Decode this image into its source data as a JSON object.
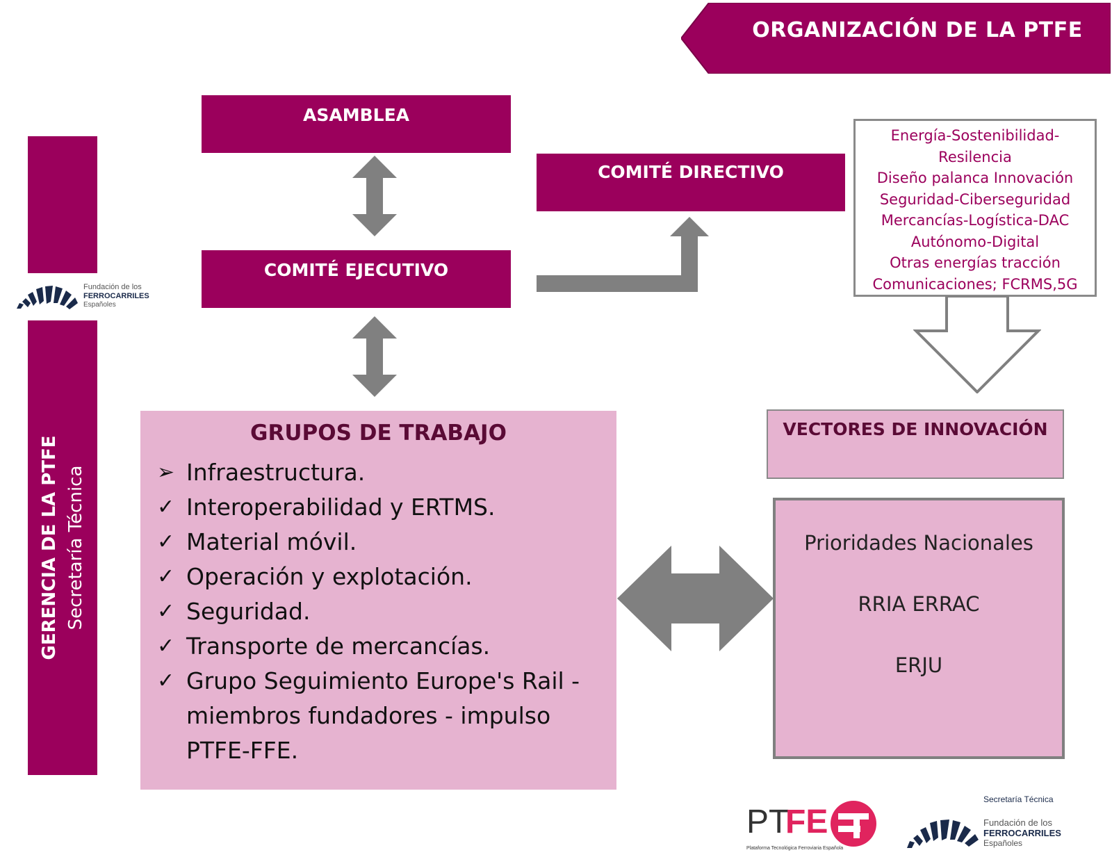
{
  "title": "ORGANIZACIÓN DE LA PTFE",
  "boxes": {
    "asamblea": "ASAMBLEA",
    "comite_ejecutivo": "COMITÉ EJECUTIVO",
    "comite_directivo": "COMITÉ DIRECTIVO",
    "vectores": "VECTORES DE INNOVACIÓN"
  },
  "gerencia": {
    "title": "GERENCIA DE LA PTFE",
    "subtitle": "Secretaría Técnica"
  },
  "vector_list": [
    "Energía-Sostenibilidad-",
    "Resilencia",
    "Diseño palanca Innovación",
    "Seguridad-Ciberseguridad",
    "Mercancías-Logística-DAC",
    "Autónomo-Digital",
    "Otras energías tracción",
    "Comunicaciones; FCRMS,5G"
  ],
  "grupos": {
    "title": "GRUPOS DE TRABAJO",
    "items": [
      {
        "marker": "➢",
        "text": "Infraestructura."
      },
      {
        "marker": "✓",
        "text": "Interoperabilidad y ERTMS."
      },
      {
        "marker": "✓",
        "text": "Material móvil."
      },
      {
        "marker": "✓",
        "text": "Operación y explotación."
      },
      {
        "marker": "✓",
        "text": "Seguridad."
      },
      {
        "marker": "✓",
        "text": "Transporte de mercancías."
      },
      {
        "marker": "✓",
        "text": "Grupo Seguimiento Europe's Rail - miembros fundadores - impulso PTFE-FFE."
      }
    ]
  },
  "prioridades": [
    "Prioridades Nacionales",
    "RRIA ERRAC",
    "ERJU"
  ],
  "logos": {
    "ffe_left": {
      "line1": "Fundación de los",
      "line2": "FERROCARRILES",
      "line3": "Españoles"
    },
    "ptfe": {
      "pt": "PT",
      "fe": "FE",
      "tagline": "Plataforma Tecnológica Ferroviaria Española"
    },
    "ffe_right": {
      "header": "Secretaría Técnica",
      "line1": "Fundación de los",
      "line2": "FERROCARRILES",
      "line3": "Españoles"
    }
  },
  "colors": {
    "brand": "#9b005c",
    "light_pink": "#e6b3d0",
    "arrow_gray": "#808080",
    "ffe_navy": "#1a2a4a",
    "ptfe_red": "#e0245e"
  }
}
